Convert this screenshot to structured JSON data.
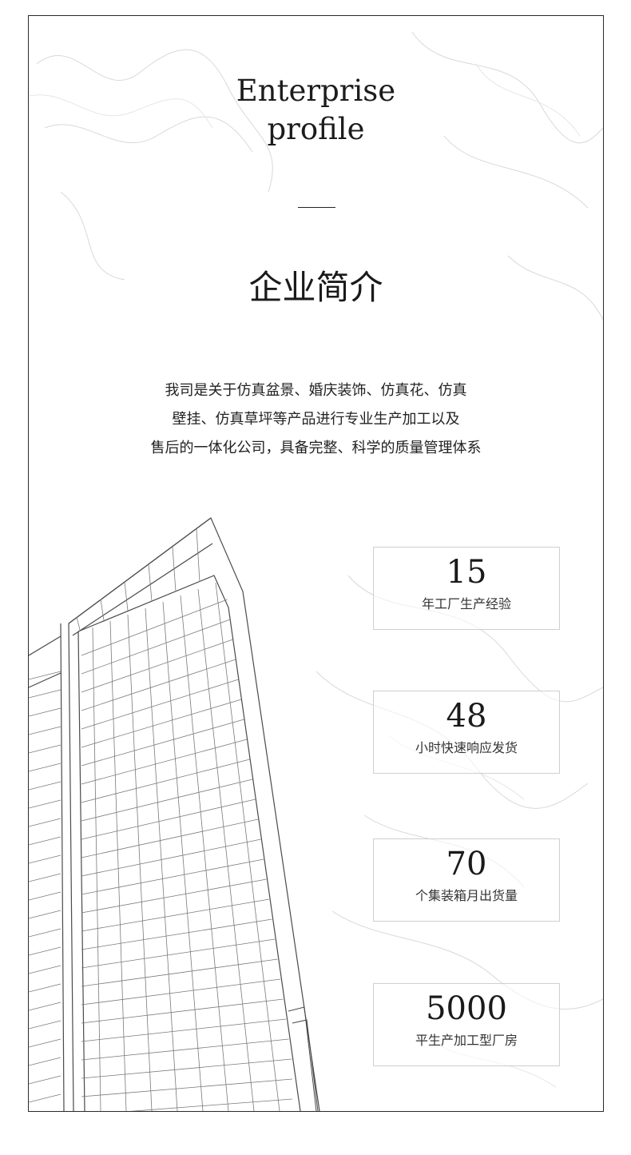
{
  "header": {
    "en_line1": "Enterprise",
    "en_line2": "profile",
    "cn_title": "企业简介"
  },
  "intro": {
    "lines": [
      "我司是关于仿真盆景、婚庆装饰、仿真花、仿真",
      "壁挂、仿真草坪等产品进行专业生产加工以及",
      "售后的一体化公司，具备完整、科学的质量管理体系"
    ]
  },
  "stats": [
    {
      "number": "15",
      "label": "年工厂生产经验"
    },
    {
      "number": "48",
      "label": "小时快速响应发货"
    },
    {
      "number": "70",
      "label": "个集装箱月出货量"
    },
    {
      "number": "5000",
      "label": "平生产加工型厂房"
    }
  ],
  "colors": {
    "text": "#1a1a1a",
    "border": "#2a2a2a",
    "stat_border": "#cfcfcf",
    "sketch": "#555555"
  }
}
